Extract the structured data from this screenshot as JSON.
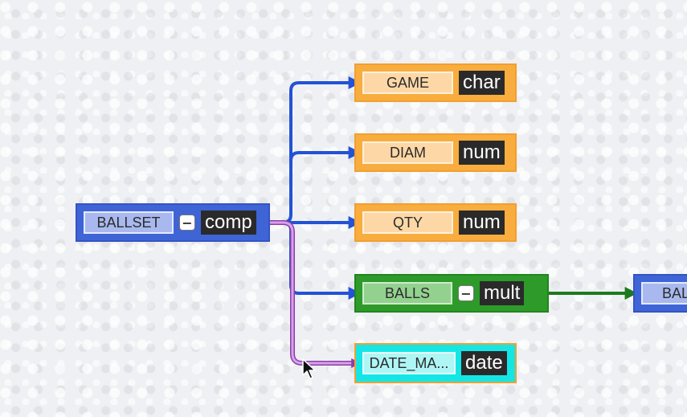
{
  "root": {
    "name": "BALLSET",
    "toggle": "−",
    "type": "comp"
  },
  "children": [
    {
      "name": "GAME",
      "type": "char"
    },
    {
      "name": "DIAM",
      "type": "num"
    },
    {
      "name": "QTY",
      "type": "num"
    },
    {
      "name": "BALLS",
      "toggle": "−",
      "type": "mult"
    },
    {
      "name": "DATE_MA...",
      "type": "date"
    }
  ],
  "grandchild": {
    "name": "BALLS"
  },
  "colors": {
    "comp": "#3f64d6",
    "field": "#f8ad3e",
    "mult": "#2d9a2a",
    "date": "#14e6e6",
    "edge_blue": "#2352d4",
    "edge_green": "#1f7a1f",
    "edge_highlight": "#c77ddb"
  },
  "icons": {
    "toggle": "minus-icon",
    "cursor": "mouse-pointer-icon"
  }
}
